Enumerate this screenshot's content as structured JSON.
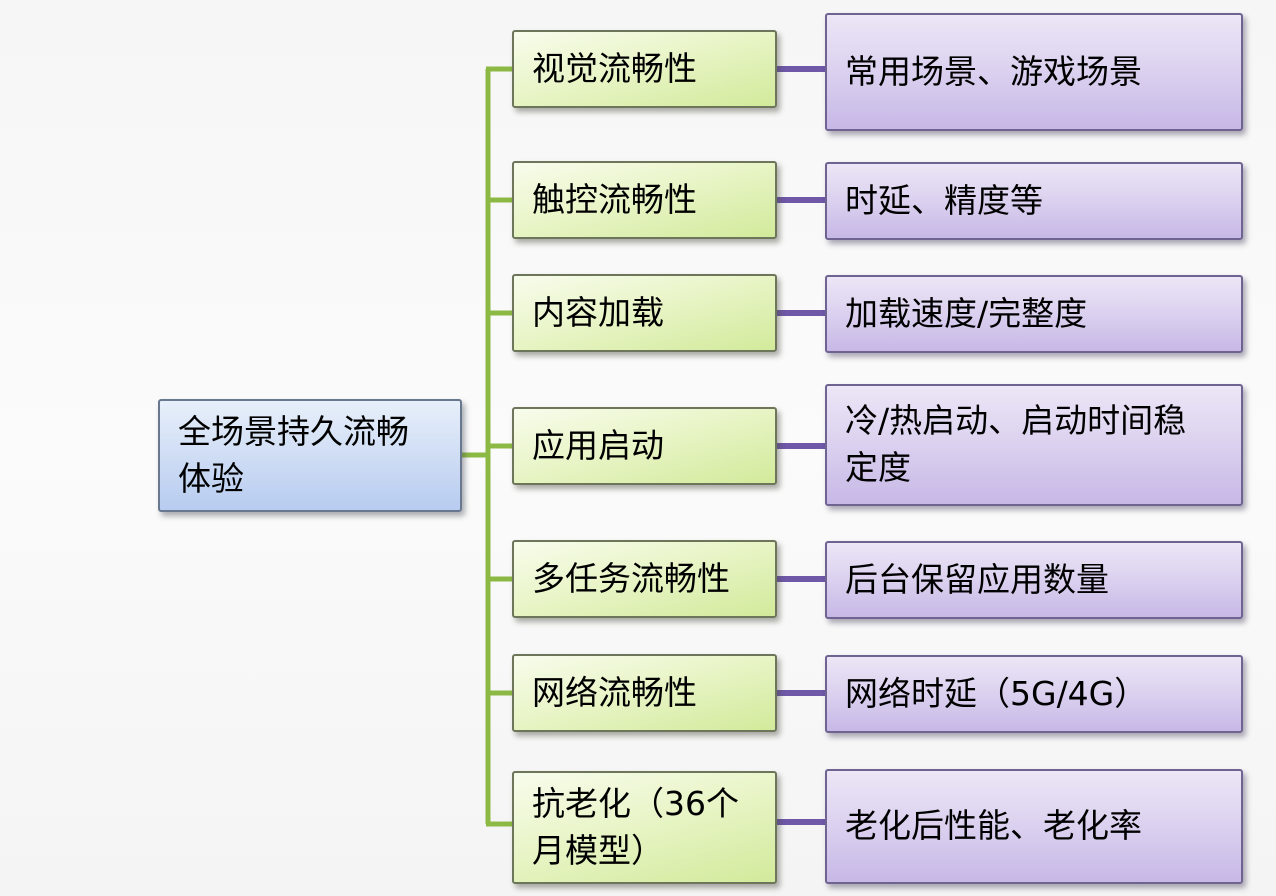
{
  "diagram": {
    "root": {
      "label": "全场景持久流畅\n体验"
    },
    "rows": [
      {
        "category": "视觉流畅性",
        "detail": "常用场景、游戏场景"
      },
      {
        "category": "触控流畅性",
        "detail": "时延、精度等"
      },
      {
        "category": "内容加载",
        "detail": "加载速度/完整度"
      },
      {
        "category": "应用启动",
        "detail": "冷/热启动、启动时间稳\n定度"
      },
      {
        "category": "多任务流畅性",
        "detail": "后台保留应用数量"
      },
      {
        "category": "网络流畅性",
        "detail": "网络时延（5G/4G）"
      },
      {
        "category": "抗老化（36个\n月模型）",
        "detail": "老化后性能、老化率"
      }
    ],
    "colors": {
      "root_fill_top": "#e7effa",
      "root_fill_bottom": "#b7ccf0",
      "root_border": "#68788f",
      "category_fill_top": "#f7fcec",
      "category_fill_bottom": "#d2ea9b",
      "category_border": "#6d755a",
      "detail_fill_top": "#ece6f6",
      "detail_fill_bottom": "#c7b8e6",
      "detail_border": "#6f6391",
      "trunk_line": "#8cb944",
      "branch_line": "#6f58a8",
      "text": "#000000"
    }
  }
}
